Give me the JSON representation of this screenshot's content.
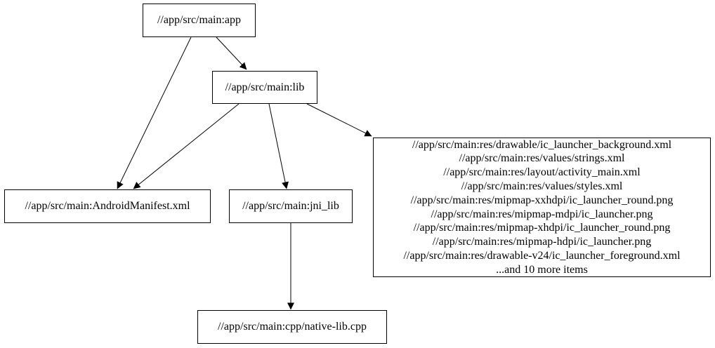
{
  "diagram": {
    "type": "dependency-graph",
    "background_color": "#ffffff",
    "node_border_color": "#000000",
    "node_fill_color": "#ffffff",
    "edge_color": "#000000",
    "text_color": "#000000",
    "nodes": {
      "app": {
        "label": "//app/src/main:app"
      },
      "lib": {
        "label": "//app/src/main:lib"
      },
      "manifest": {
        "label": "//app/src/main:AndroidManifest.xml"
      },
      "jni_lib": {
        "label": "//app/src/main:jni_lib"
      },
      "native_lib": {
        "label": "//app/src/main:cpp/native-lib.cpp"
      },
      "res_group": {
        "lines": [
          "//app/src/main:res/drawable/ic_launcher_background.xml",
          "//app/src/main:res/values/strings.xml",
          "//app/src/main:res/layout/activity_main.xml",
          "//app/src/main:res/values/styles.xml",
          "//app/src/main:res/mipmap-xxhdpi/ic_launcher_round.png",
          "//app/src/main:res/mipmap-mdpi/ic_launcher.png",
          "//app/src/main:res/mipmap-xhdpi/ic_launcher_round.png",
          "//app/src/main:res/mipmap-hdpi/ic_launcher.png",
          "//app/src/main:res/drawable-v24/ic_launcher_foreground.xml",
          "...and 10 more items"
        ]
      }
    },
    "edges": [
      {
        "from": "app",
        "to": "lib"
      },
      {
        "from": "app",
        "to": "manifest"
      },
      {
        "from": "lib",
        "to": "manifest"
      },
      {
        "from": "lib",
        "to": "jni_lib"
      },
      {
        "from": "lib",
        "to": "res_group"
      },
      {
        "from": "jni_lib",
        "to": "native_lib"
      }
    ]
  }
}
